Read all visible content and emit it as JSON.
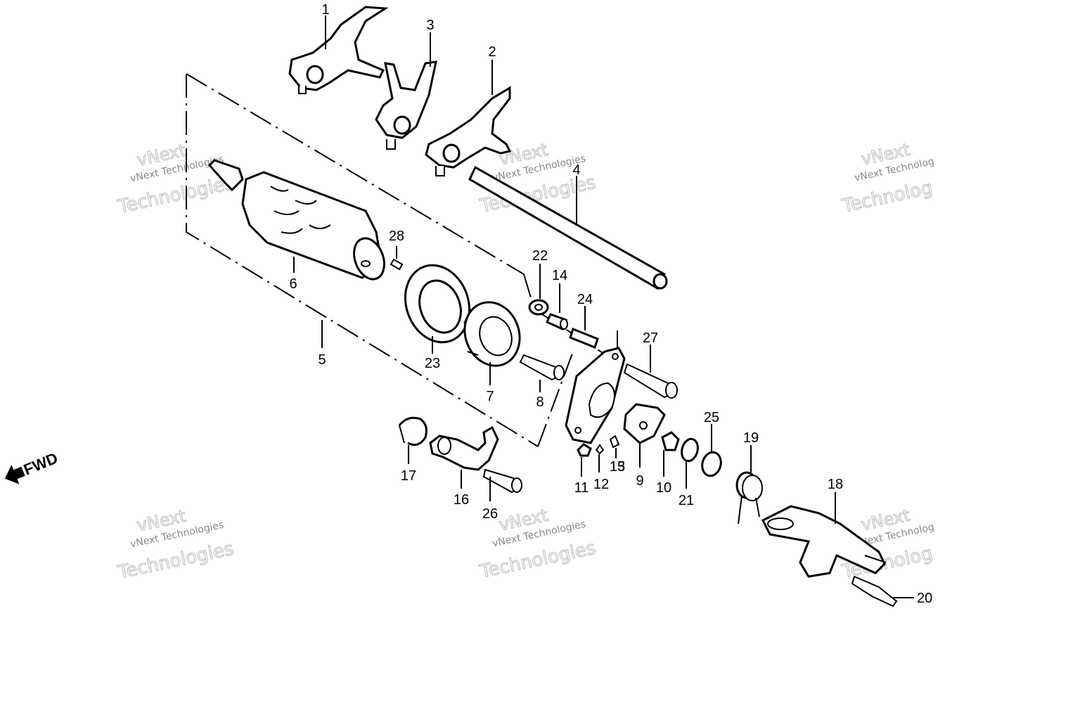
{
  "diagram": {
    "part_labels": [
      "1",
      "2",
      "3",
      "4",
      "5",
      "6",
      "7",
      "8",
      "9",
      "10",
      "11",
      "12",
      "13",
      "14",
      "15",
      "16",
      "17",
      "18",
      "19",
      "20",
      "21",
      "22",
      "23",
      "24",
      "25",
      "26",
      "27",
      "28"
    ],
    "direction_label": "FWD",
    "watermark": {
      "line1": "vNext",
      "line2": "vNext Technologies",
      "line3": "Technologies",
      "line2_cut": "vNext Technolog",
      "line3_cut": "Technolog"
    }
  }
}
